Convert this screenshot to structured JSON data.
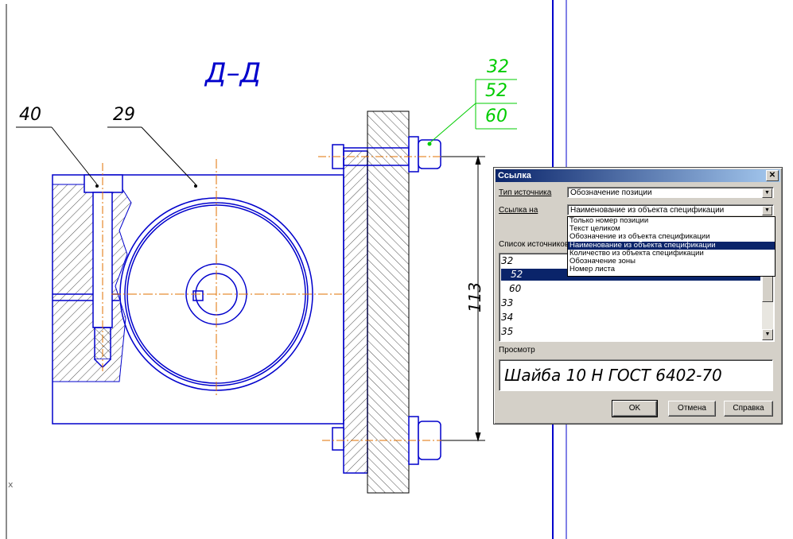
{
  "drawing": {
    "section_title": "Д–Д",
    "leader_40": "40",
    "leader_29": "29",
    "stack_top": "32",
    "stack_mid": "52",
    "stack_bot": "60",
    "dimension": "113",
    "axis_label": "x",
    "colors": {
      "geometry": "#0000cc",
      "axis": "#e07000",
      "leader": "#00cc00",
      "hatch": "#000000"
    }
  },
  "dialog": {
    "title": "Ссылка",
    "close_glyph": "✕",
    "source_type_label": "Тип источника",
    "source_type_value": "Обозначение позиции",
    "link_to_label": "Ссылка на",
    "link_to_value": "Наименование из объекта спецификации",
    "dropdown_options": [
      "Только номер позиции",
      "Текст целиком",
      "Обозначение из объекта спецификации",
      "Наименование из объекта спецификации",
      "Количество из объекта спецификации",
      "Обозначение зоны",
      "Номер листа"
    ],
    "dropdown_selected_index": 3,
    "sources_label": "Список источников",
    "sources": [
      "32",
      "52",
      "60",
      "33",
      "34",
      "35"
    ],
    "sources_selected_index": 1,
    "preview_label": "Просмотр",
    "preview_text": "Шайба 10 Н ГОСТ 6402-70",
    "ok_label": "OK",
    "cancel_label": "Отмена",
    "help_label": "Справка"
  }
}
